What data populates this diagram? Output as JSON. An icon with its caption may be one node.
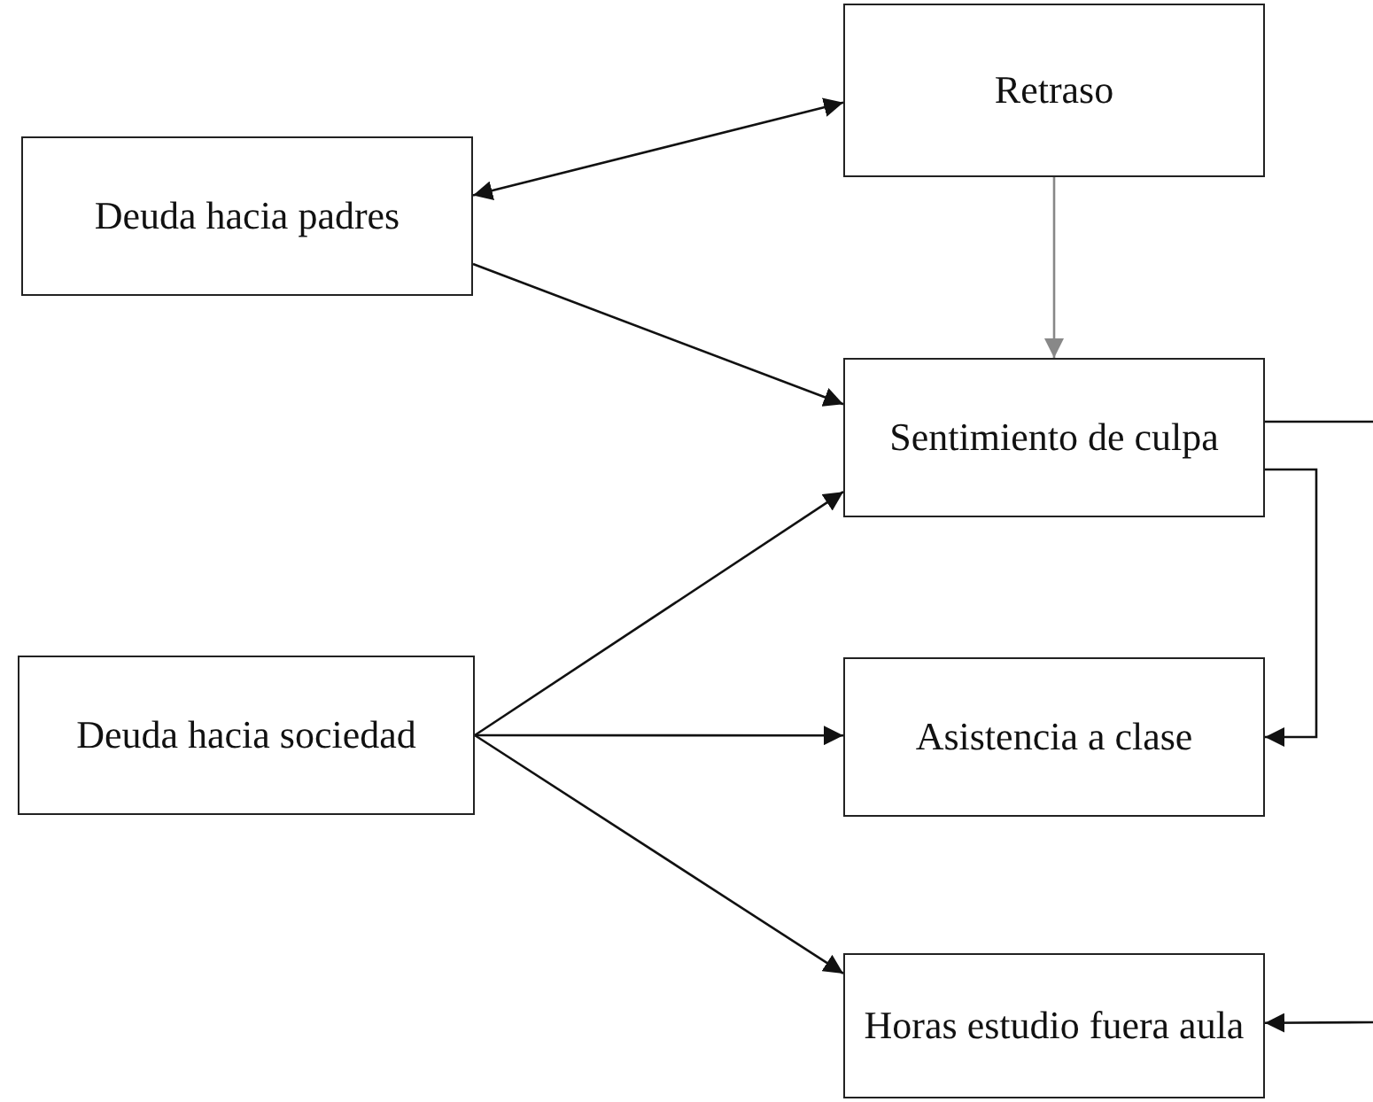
{
  "diagram": {
    "nodes": [
      {
        "text": [
          "Deuda hacia padres"
        ]
      },
      {
        "text": [
          "Retraso"
        ]
      },
      {
        "text": [
          "Sentimiento de culpa"
        ]
      },
      {
        "text": [
          "Deuda hacia sociedad"
        ]
      },
      {
        "text": [
          "Asistencia a clase"
        ]
      },
      {
        "text": [
          "Horas estudio fuera aula"
        ]
      }
    ],
    "edges": [
      {
        "from": 0,
        "to": 1,
        "arrow": "both"
      },
      {
        "from": 0,
        "to": 2,
        "arrow": "to"
      },
      {
        "from": 1,
        "to": 2,
        "arrow": "to",
        "color": "#888888"
      },
      {
        "from": 3,
        "to": 2,
        "arrow": "to"
      },
      {
        "from": 3,
        "to": 4,
        "arrow": "to"
      },
      {
        "from": 3,
        "to": 5,
        "arrow": "to"
      },
      {
        "from": 2,
        "to": 4,
        "arrow": "to"
      },
      {
        "from": 2,
        "to": null,
        "arrow": "none"
      },
      {
        "from": null,
        "to": 5,
        "arrow": "to"
      }
    ]
  }
}
